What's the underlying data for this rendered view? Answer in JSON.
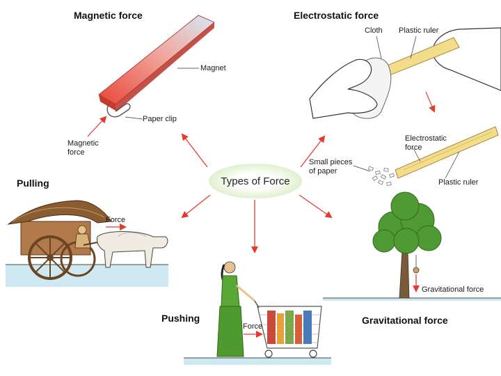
{
  "center_label": "Types of Force",
  "sections": {
    "magnetic": {
      "title": "Magnetic force",
      "labels": {
        "magnet": "Magnet",
        "paper_clip": "Paper clip",
        "magnetic_force_1": "Magnetic",
        "magnetic_force_2": "force"
      }
    },
    "electrostatic": {
      "title": "Electrostatic force",
      "labels": {
        "cloth": "Cloth",
        "plastic_ruler_top": "Plastic ruler",
        "electrostatic_1": "Electrostatic",
        "electrostatic_2": "force",
        "small_pieces_1": "Small pieces",
        "small_pieces_2": "of paper",
        "plastic_ruler_bottom": "Plastic ruler"
      }
    },
    "pulling": {
      "title": "Pulling",
      "labels": {
        "force": "Force"
      }
    },
    "pushing": {
      "title": "Pushing",
      "labels": {
        "force": "Force"
      }
    },
    "gravitational": {
      "title": "Gravitational force",
      "labels": {
        "gravitational_force": "Gravitational force"
      }
    }
  },
  "colors": {
    "arrow": "#e63a2e",
    "magnet_red": "#e8473a",
    "magnet_blue": "#cfe3f2",
    "ruler": "#f3dc8a",
    "grass": "#cfe9f2"
  }
}
